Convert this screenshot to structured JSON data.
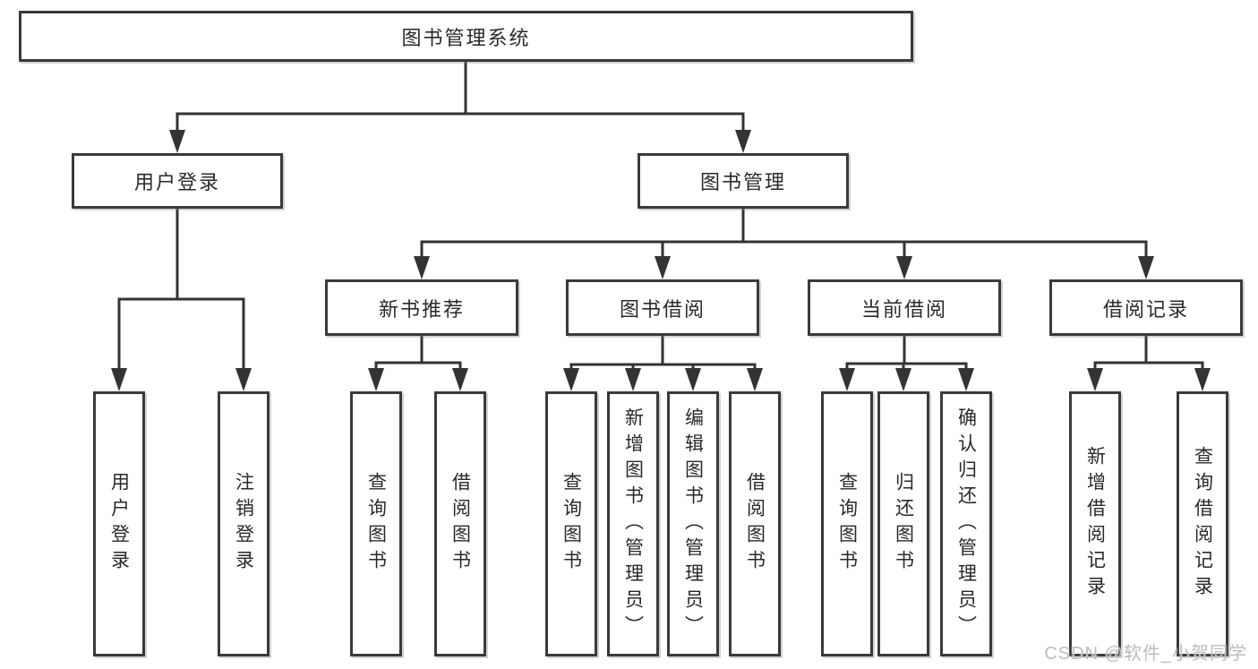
{
  "diagram": {
    "root": {
      "label": "图书管理系统",
      "children": [
        {
          "label": "用户登录",
          "children": [
            {
              "label": "用户登录"
            },
            {
              "label": "注销登录"
            }
          ]
        },
        {
          "label": "图书管理",
          "children": [
            {
              "label": "新书推荐",
              "children": [
                {
                  "label": "查询图书"
                },
                {
                  "label": "借阅图书"
                }
              ]
            },
            {
              "label": "图书借阅",
              "children": [
                {
                  "label": "查询图书"
                },
                {
                  "label": "新增图书（管理员）"
                },
                {
                  "label": "编辑图书（管理员）"
                },
                {
                  "label": "借阅图书"
                }
              ]
            },
            {
              "label": "当前借阅",
              "children": [
                {
                  "label": "查询图书"
                },
                {
                  "label": "归还图书"
                },
                {
                  "label": "确认归还（管理员）"
                }
              ]
            },
            {
              "label": "借阅记录",
              "children": [
                {
                  "label": "新增借阅记录"
                },
                {
                  "label": "查询借阅记录"
                }
              ]
            }
          ]
        }
      ]
    }
  },
  "watermark": {
    "text": "CSDN @软件_小贺同学"
  },
  "colors": {
    "line": "#333333",
    "box_border": "#3a3a3a",
    "box_fill": "#ffffff",
    "text": "#2a2a2a",
    "watermark": "#bdbdbd",
    "background": "#ffffff"
  }
}
